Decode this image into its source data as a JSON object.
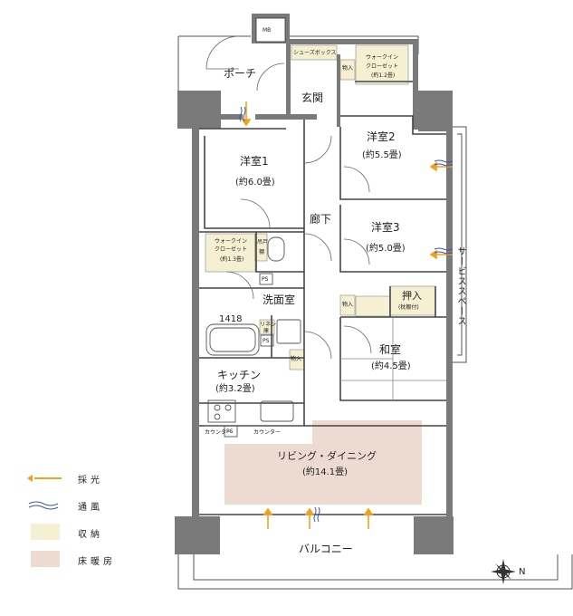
{
  "rooms": {
    "porch": "ポーチ",
    "entrance": "玄関",
    "hallway": "廊下",
    "western1": {
      "name": "洋室1",
      "size": "(約6.0畳)"
    },
    "western2": {
      "name": "洋室2",
      "size": "(約5.5畳)"
    },
    "western3": {
      "name": "洋室3",
      "size": "(約5.0畳)"
    },
    "japanese": {
      "name": "和室",
      "size": "(約4.5畳)"
    },
    "washroom": "洗面室",
    "kitchen": {
      "name": "キッチン",
      "size": "(約3.2畳)"
    },
    "living": {
      "name": "リビング・ダイニング",
      "size": "(約14.1畳)"
    },
    "balcony": "バルコニー",
    "service_space": "サービススペース"
  },
  "fixtures": {
    "mb": "MB",
    "shoe_box": "シューズボックス",
    "storage": "物入",
    "storage_jp": "押入",
    "with_upper": "(枕棚付)",
    "wic_label_1": "ウォークイン",
    "wic_label_2": "クローゼット",
    "wic_top_size": "(約1.2畳)",
    "wic_left_size": "(約1.3畳)",
    "ps": "PS",
    "bath_size": "1418",
    "linen_1": "リネン",
    "linen_2": "庫",
    "counter": "カウンター",
    "upper_shelf_1": "吊戸",
    "upper_shelf_2": "棚"
  },
  "legend": {
    "daylight": "採光",
    "ventilation": "通風",
    "storage": "収納",
    "floor_heating": "床暖房"
  },
  "compass": {
    "north": "N"
  },
  "colors": {
    "wall": "#7a7a7a",
    "storage_fill": "#f5f0d2",
    "floor_heating_fill": "#eddbd2",
    "light_arrow": "#f0a21c",
    "wind_arrow": "#3b57a4"
  }
}
